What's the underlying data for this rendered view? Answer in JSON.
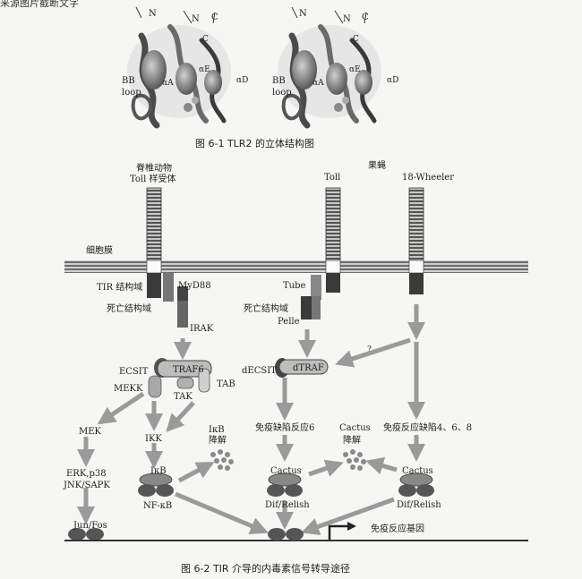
{
  "page": {
    "corner_text": "来源图片截断文字"
  },
  "figure_1": {
    "caption": "图 6-1   TLR2 的立体结构图",
    "left_view": {
      "labels": {
        "n1": "N",
        "n2": "N",
        "c": "C",
        "c2": "C",
        "ae": "αE",
        "aa": "αA",
        "ad": "αD",
        "bb": "BB",
        "loop": "loop"
      }
    },
    "right_view": {
      "labels": {
        "n1": "N",
        "n2": "N",
        "c": "C",
        "c2": "C",
        "ae": "αE",
        "aa": "αA",
        "ad": "αD",
        "bb": "BB",
        "loop": "loop"
      }
    }
  },
  "figure_2": {
    "caption": "图 6-2   TIR 介导的内毒素信号转导途径",
    "headers": {
      "vertebrate_line1": "脊椎动物",
      "vertebrate_line2": "Toll 样受体",
      "fly": "果蝇",
      "toll": "Toll",
      "wheeler": "18-Wheeler"
    },
    "labels": {
      "membrane": "细胞膜",
      "tir": "TIR 结构域",
      "myd88": "MyD88",
      "death_domain_left": "死亡结构域",
      "irak": "IRAK",
      "tube": "Tube",
      "death_domain_right": "死亡结构域",
      "pelle": "Pelle",
      "question": "?",
      "ecsit": "ECSIT",
      "traf6": "TRAF6",
      "mekk": "MEKK",
      "tak": "TAK",
      "tab": "TAB",
      "decsit": "dECSIT",
      "dtraf": "dTRAF",
      "mek": "MEK",
      "ikk": "IKK",
      "ikb_degrade_line1": "IκB",
      "ikb_degrade_line2": "降解",
      "immune6": "免疫缺陷反应6",
      "cactus_degrade_line1": "Cactus",
      "cactus_degrade_line2": "降解",
      "immune468": "免疫反应缺陷4、6、8",
      "erk": "ERK,p38",
      "jnk": "JNK/SAPK",
      "ikb": "IκB",
      "nfkb": "NF-κB",
      "cactus_mid": "Cactus",
      "dif_mid": "Dif/Relish",
      "cactus_right": "Cactus",
      "dif_right": "Dif/Relish",
      "junfos": "Jun/Fos",
      "immune_gene": "免疫反应基因"
    }
  }
}
